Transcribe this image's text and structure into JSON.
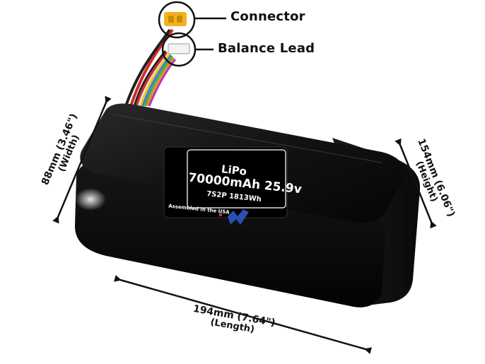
{
  "callouts": {
    "connector": "Connector",
    "balance_lead": "Balance Lead"
  },
  "battery_label": {
    "chemistry": "LiPo",
    "capacity_voltage": "70000mAh 25.9v",
    "config_energy": "7S2P 1813Wh",
    "assembled": "Assembled in the USA"
  },
  "dimensions": {
    "width_line1": "88mm (3.46\")",
    "width_line2": "(Width)",
    "height_line1": "154mm (6.06\")",
    "height_line2": "(Height)",
    "length_line1": "194mm (7.64\")",
    "length_line2": "(Length)"
  },
  "colors": {
    "battery_body": "#050505",
    "label_border": "#d8d8d8",
    "logo_blue": "#2a4fb0",
    "wire_red": "#d8262a",
    "wire_yellow": "#f5c400",
    "connector_yellow": "#f2b21a"
  }
}
